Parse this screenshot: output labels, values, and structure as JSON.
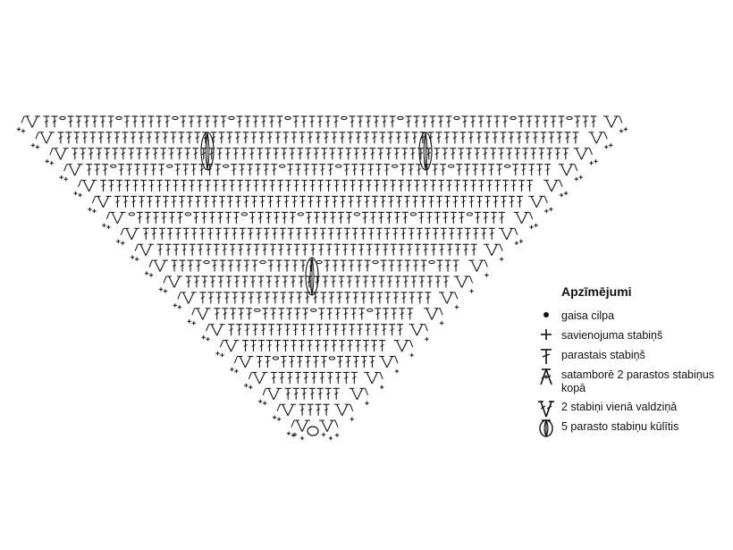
{
  "diagram": {
    "kind": "crochet-shawl-chart",
    "shape": "triangle",
    "row_count": 20,
    "symbols_used": [
      "chain",
      "slip-stitch",
      "double-crochet",
      "dc2tog",
      "2dc-in-one-stitch",
      "5dc-bobble"
    ]
  },
  "legend": {
    "title": "Apzīmējumi",
    "items": [
      {
        "icon": "chain-stitch-icon",
        "label": "gaisa cilpa"
      },
      {
        "icon": "slip-stitch-icon",
        "label": "savienojuma stabiņš"
      },
      {
        "icon": "double-crochet-icon",
        "label": "parastais stabiņš"
      },
      {
        "icon": "dc2tog-icon",
        "label": "satamborē 2 parastos stabiņus kopā"
      },
      {
        "icon": "two-dc-same-stitch-icon",
        "label": "2 stabiņi vienā valdziņā"
      },
      {
        "icon": "bobble-icon",
        "label": "5 parasto stabiņu kūlītis"
      }
    ]
  }
}
